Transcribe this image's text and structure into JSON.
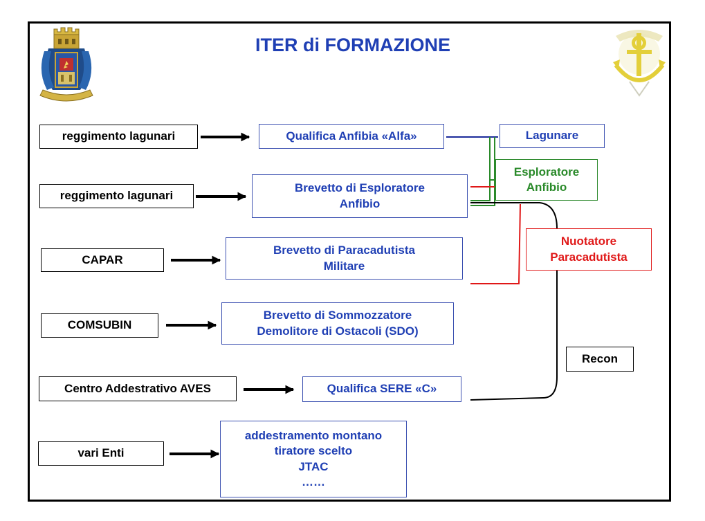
{
  "title": "ITER di FORMAZIONE",
  "sources": [
    "reggimento lagunari",
    "reggimento lagunari",
    "CAPAR",
    "COMSUBIN",
    "Centro Addestrativo AVES",
    "vari Enti"
  ],
  "courses": [
    "Qualifica Anfibia «Alfa»",
    "Brevetto di Esploratore\nAnfibio",
    "Brevetto di Paracadutista\nMilitare",
    "Brevetto di Sommozzatore\nDemolitore di Ostacoli (SDO)",
    "Qualifica SERE «C»",
    "addestramento montano\ntiratore scelto\nJTAC\n……"
  ],
  "results": {
    "lagunare": "Lagunare",
    "esploratore": "Esploratore\nAnfibio",
    "nuotatore": "Nuotatore\nParacadutista",
    "recon": "Recon"
  },
  "colors": {
    "title": "#1f3fb4",
    "course_text": "#1f3fb4",
    "lagunare_line": "#1a2a9a",
    "esploratore": "#2a8a2a",
    "nuotatore": "#e01818",
    "recon": "#000000"
  },
  "emblems": [
    "army-coat-of-arms-icon",
    "lagunari-anchor-emblem-icon"
  ]
}
